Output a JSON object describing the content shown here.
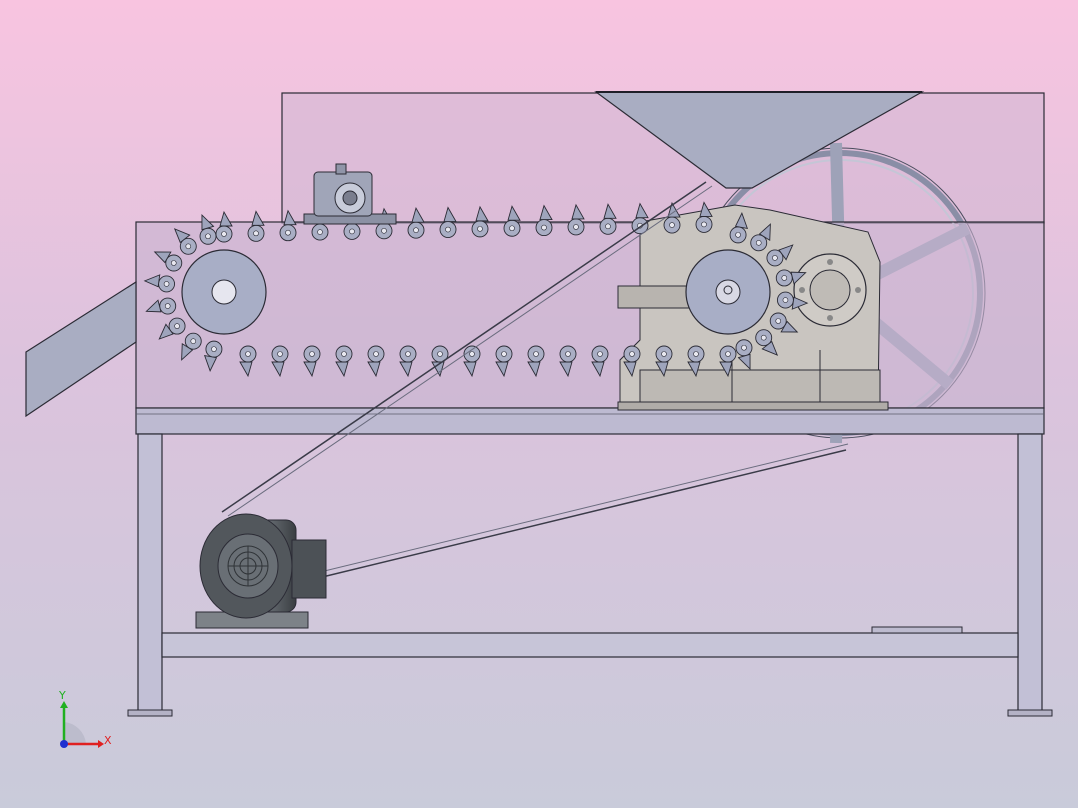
{
  "viewport": {
    "background_top": "#f8c4e0",
    "background_bottom": "#c9cbda"
  },
  "model": {
    "components": [
      "hopper",
      "upper-housing",
      "conveyor-box",
      "discharge-chute",
      "drive-sprocket",
      "driven-sprocket",
      "toothed-chain",
      "pillow-block-bearing",
      "gear-reducer",
      "large-pulley-wheel",
      "v-belt",
      "electric-motor",
      "support-frame"
    ],
    "colors": {
      "body_fill": "#b9b5cc",
      "edge": "#2b2b35",
      "steel": "#a7acc2",
      "gearbox": "#c6c2bd",
      "motor": "#5b6066"
    }
  },
  "triad": {
    "x_label": "X",
    "y_label": "Y",
    "x_color": "#e02020",
    "y_color": "#20b020",
    "z_color": "#2030d0"
  }
}
